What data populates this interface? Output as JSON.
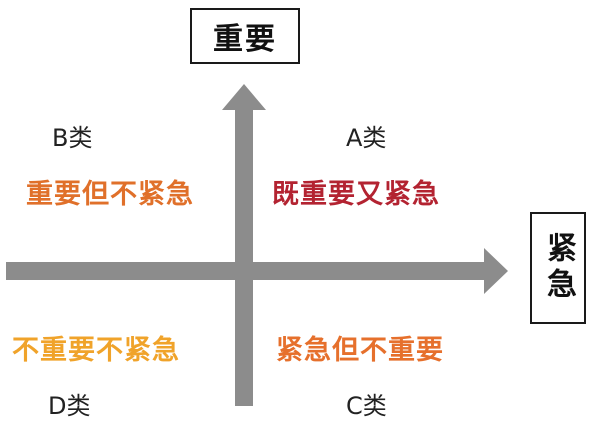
{
  "axes": {
    "vertical_label": "重要",
    "horizontal_label": "紧急",
    "axis_color": "#8c8c8c"
  },
  "quadrants": {
    "top_left": {
      "label": "B类",
      "description": "重要但不紧急",
      "color": "#e0702a"
    },
    "top_right": {
      "label": "A类",
      "description": "既重要又紧急",
      "color": "#b32331"
    },
    "bottom_left": {
      "label": "D类",
      "description": "不重要不紧急",
      "color": "#f0a32a"
    },
    "bottom_right": {
      "label": "C类",
      "description": "紧急但不重要",
      "color": "#e6702c"
    }
  }
}
